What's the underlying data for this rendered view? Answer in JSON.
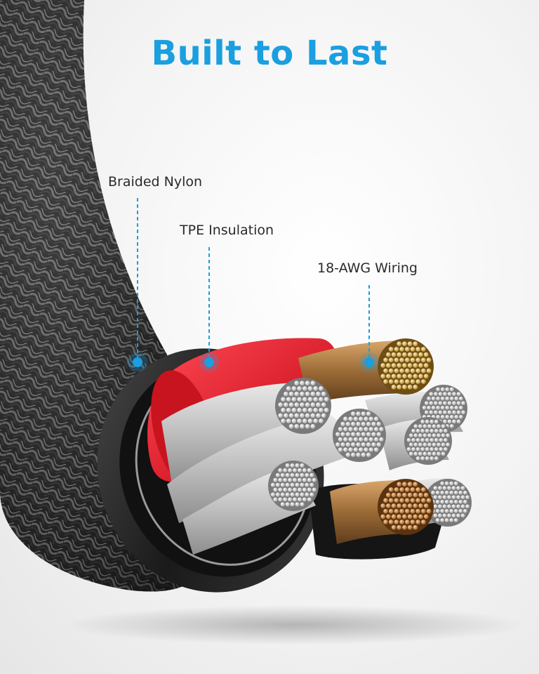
{
  "headline": {
    "text": "Built to Last",
    "color": "#1a9fe0"
  },
  "callouts": [
    {
      "label": "Braided Nylon"
    },
    {
      "label": "TPE Insulation"
    },
    {
      "label": "18-AWG Wiring"
    }
  ],
  "colors": {
    "accent": "#1a9fe0",
    "braid": "#2b2b2b",
    "tpe_red": "#e0202e",
    "strand_silver": "#cfcfcf",
    "strand_copper": "#c98c4a",
    "strand_gold": "#d8b25a"
  }
}
